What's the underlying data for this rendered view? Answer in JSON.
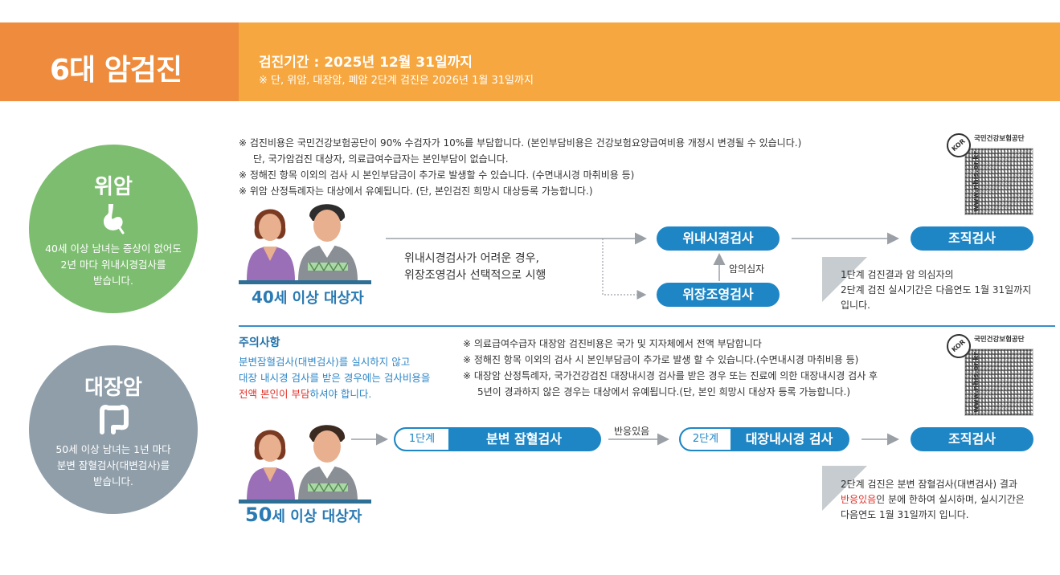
{
  "header": {
    "title": "6대 암검진",
    "period": "검진기간 : 2025년 12월 31일까지",
    "note": "※ 단, 위암, 대장암, 폐암 2단계 검진은 2026년 1월 31일까지"
  },
  "stomach": {
    "name": "위암",
    "icon": "stomach-icon",
    "desc": [
      "40세 이상 남녀는 증상이 없어도",
      "2년 마다 위내시경검사를",
      "받습니다."
    ],
    "notes": [
      "※ 검진비용은 국민건강보험공단이 90% 수검자가 10%를 부담합니다. (본인부담비용은 건강보험요양급여비용 개정시 변경될 수 있습니다.)",
      "단, 국가암검진 대상자, 의료급여수급자는 본인부담이 없습니다.",
      "※ 정해진 항목 이외의 검사 시 본인부담금이 추가로 발생할 수 있습니다. (수면내시경 마취비용 등)",
      "※ 위암 산정특례자는 대상에서 유예됩니다. (단, 본인검진 희망시 대상등록 가능합니다.)"
    ],
    "target_num": "40",
    "target_text": "세 이상 대상자",
    "alt_text": [
      "위내시경검사가 어려운 경우,",
      "위장조영검사 선택적으로 시행"
    ],
    "step_endoscopy": "위내시경검사",
    "step_ugi": "위장조영검사",
    "suspect_label": "암의심자",
    "step_biopsy": "조직검사",
    "info": [
      "1단계 검진결과 암 의심자의",
      "2단계 검진 실시기간은 다음연도 1월 31일까지",
      "입니다."
    ]
  },
  "colon": {
    "name": "대장암",
    "icon": "colon-icon",
    "desc": [
      "50세 이상 남녀는 1년 마다",
      "분변 잠혈검사(대변검사)를",
      "받습니다."
    ],
    "caution_title": "주의사항",
    "caution": {
      "line1": "분변잠혈검사(대변검사)를 실시하지 않고",
      "line2": "대장 내시경 검사를 받은 경우에는 검사비용을",
      "line3_red": "전액 본인이 부담",
      "line3_rest": "하셔야 합니다."
    },
    "notes": [
      "※ 의료급여수급자 대장암 검진비용은 국가 및 지자체에서 전액 부담합니다",
      "※ 정해진 항목 이외의 검사 시 본인부담금이 추가로 발생 할 수 있습니다.(수면내시경 마취비용 등)",
      "※ 대장암 산정특례자, 국가건강검진 대장내시경 검사를 받은 경우 또는 진료에 의한 대장내시경 검사 후",
      "5년이 경과하지 않은 경우는 대상에서 유예됩니다.(단, 본인 희망시 대상자 등록 가능합니다.)"
    ],
    "target_num": "50",
    "target_text": "세 이상 대상자",
    "stage1": "1단계",
    "step_fobt": "분변 잠혈검사",
    "reaction_label": "반응있음",
    "stage2": "2단계",
    "step_colonoscopy": "대장내시경 검사",
    "step_biopsy": "조직검사",
    "info": {
      "line1": "2단계 검진은 분변 잠혈검사(대변검사) 결과",
      "line2_red": "반응있음",
      "line2_rest": "인 분에 한하여 실시하며, 실시기간은",
      "line3": "다음연도 1월 31일까지 입니다."
    }
  },
  "qr": {
    "agency": "국민건강보험공단",
    "url": "www.nhis.or.kr",
    "badge": "KOR"
  },
  "colors": {
    "header_left": "#ee8b3c",
    "header_right": "#f6a73f",
    "stomach_circle": "#7dbd70",
    "colon_circle": "#8f9ea9",
    "pill_blue": "#1f86c5",
    "accent_red": "#e0322a"
  }
}
